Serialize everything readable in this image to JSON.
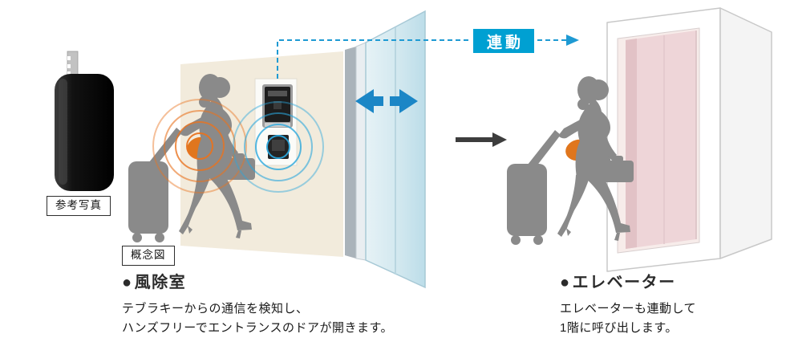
{
  "badges": {
    "link": "連動"
  },
  "captions": {
    "reference_photo": "参考写真",
    "concept_diagram": "概念図"
  },
  "sections": {
    "vestibule": {
      "bullet": "●",
      "title": "風除室",
      "description": [
        "テブラキーからの通信を検知し、",
        "ハンズフリーでエントランスのドアが開きます。"
      ]
    },
    "elevator": {
      "bullet": "●",
      "title": "エレベーター",
      "description": [
        "エレベーターも連動して",
        "1階に呼び出します。"
      ]
    }
  },
  "colors": {
    "link_badge": "#00a0d2",
    "link_line": "#1e9ad3",
    "key_wave": "#e8731f",
    "reader_wave": "#2ba7dc",
    "silhouette": "#8a8a8a",
    "bag": "#e0761d",
    "door_arrow": "#1b86c6",
    "wall": "#f2ebdc",
    "glass": "#cfe6ee",
    "elevator_door": "#eed5d8",
    "transition_arrow": "#3d3d3d"
  }
}
